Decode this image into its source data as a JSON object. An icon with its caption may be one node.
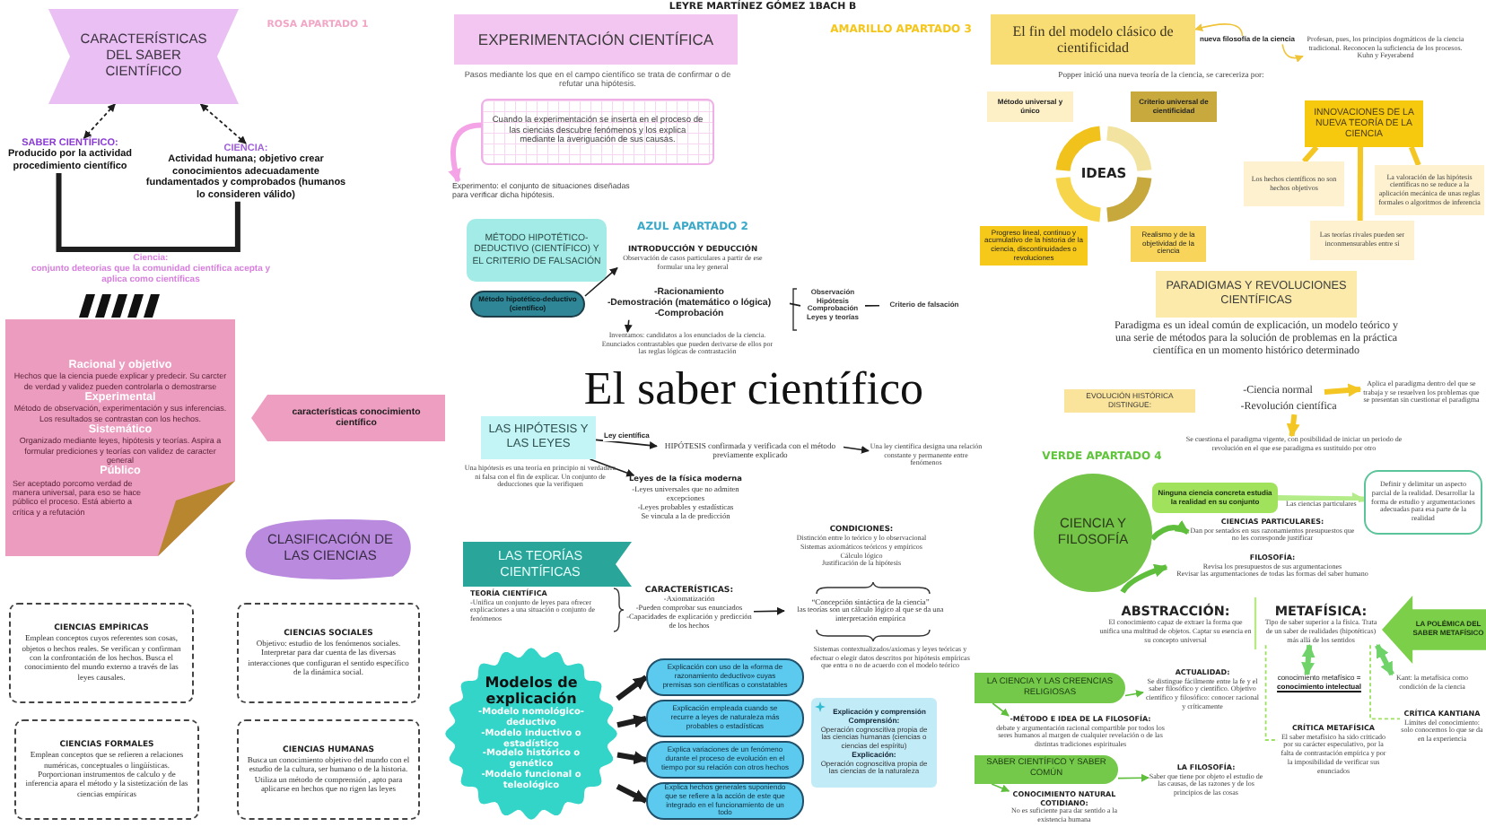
{
  "diagram": {
    "title": "El saber científico",
    "nodes": [
      {
        "text": [
          "CARACTERÍSTICAS DEL SABER CIENTÍFICO"
        ]
      },
      {
        "text": [
          "SABER CIENTÍFICO:",
          "Producido por la actividad procedimiento científico"
        ]
      },
      {
        "text": [
          "CIENCIA:",
          "Actividad humana; objetivo crear conocimientos adecuadamente fundamentados y comprobados (humanos lo consideren válido)"
        ]
      },
      {
        "text": [
          "Racional y objetivo",
          "Hechos que la ciencia puede explicar y predecir. Su carcter de verdad y validez pueden controlarla o demostrarse",
          "Experimental",
          "Método de observación, experimentación y sus inferencias. Los resultados se contrastan con los hechos.",
          "Sistemático",
          "Organizado mediante leyes, hipótesis y teorías. Aspira a formular prediciones y teorías con validez de caracter general",
          "Público",
          "Ser aceptado porcomo verdad de manera universal, para eso se hace público el proceso. Está abierto a crítica y a refutación"
        ]
      },
      {
        "text": [
          "características conocimiento científico"
        ]
      },
      {
        "text": [
          "CLASIFICACIÓN DE LAS CIENCIAS"
        ]
      },
      {
        "text": [
          "CIENCIAS EMPÍRICAS",
          "Emplean conceptos cuyos referentes son cosas, objetos o hechos reales. Se verifican y confirman con la confrontación de los hechos. Busca el conocimiento del mundo externo a través de las leyes causales."
        ]
      },
      {
        "text": [
          "CIENCIAS SOCIALES",
          "Objetivo: estudio de los fenómenos sociales. Interpretar para dar cuenta de las diversas interacciones que configuran el sentido específico de la dinámica social."
        ]
      },
      {
        "text": [
          "CIENCIAS FORMALES",
          "Emplean conceptos que se refieren a relaciones numéricas, conceptuales o lingüísticas. Porporcionan instrumentos de calculo y de inferencia apara el método y la sistetización de las ciencias empíricas"
        ]
      },
      {
        "text": [
          "CIENCIAS HUMANAS",
          "Busca un conocimiento objetivo del mundo con el estudio de la cultura, ser humano o de la historia. Utiliza un método de comprensión , apto para aplicarse en hechos que no rigen las leyes"
        ]
      },
      {
        "text": [
          "EXPERIMENTACIÓN CIENTÍFICA"
        ],
        "beside": [
          "Pasos mediante los que en el campo científico se trata de confirmar o de refutar una hipótesis."
        ]
      },
      {
        "text": [
          "Cuando la experimentación se inserta en el proceso de las ciencias descubre fenómenos y los explica mediante la averiguación de sus causas."
        ]
      },
      {
        "text": [
          "Experimento: el conjunto de situaciones diseñadas para verificar dicha hipótesis."
        ]
      },
      {
        "text": [
          "MÉTODO HIPOTÉTICO-DEDUCTIVO (CIENTÍFICO) Y EL CRITERIO DE FALSACIÓN"
        ]
      },
      {
        "text": [
          "INTRODUCCIÓN Y DEDUCCIÓN",
          "Observación de casos particulares a partir de ese formular una ley general"
        ]
      },
      {
        "text": [
          "Método hipotético-deductivo (científico)"
        ]
      },
      {
        "text": [
          "-Racionamiento",
          "-Demostración (matemático o lógica)",
          "-Comprobación"
        ]
      },
      {
        "text": [
          "Inventamos: candidatos a los enunciados de la ciencia. Enunciados contrastables que pueden derivarse de ellos por las reglas lógicas de contrastación"
        ]
      },
      {
        "text": [
          "Observación",
          "Hipótesis",
          "Comprobación",
          "Leyes y teorías"
        ]
      },
      {
        "text": [
          "Criterio de falsación"
        ]
      },
      {
        "text": [
          "LAS HIPÓTESIS Y LAS LEYES"
        ],
        "beside": [
          "Una hipótesis es una teoría en principio ni verdadera ni falsa con el fin de explicar. Un conjunto de deducciones que la verifiquen"
        ]
      },
      {
        "text": [
          "HIPÓTESIS confirmada y verificada con el método previamente explicado"
        ]
      },
      {
        "text": [
          "Una ley científica designa una relación constante y permanente entre fenómenos"
        ]
      },
      {
        "text": [
          "Leyes de la física moderna",
          "-Leyes universales que no admiten excepciones",
          "-Leyes probables y estadísticas",
          "Se vincula a la de predicción"
        ]
      },
      {
        "text": [
          "LAS TEORÍAS CIENTÍFICAS"
        ],
        "beside": [
          "TEORÍA CIENTÍFICA",
          "-Unifica un conjunto de leyes para ofrecer explicaciones a una situación o conjunto de fenómenos"
        ]
      },
      {
        "text": [
          "CARACTERÍSTICAS:",
          "-Axiomatización",
          "-Pueden comprobar sus enunciados",
          "-Capacidades de explicación y predicción de los hechos"
        ]
      },
      {
        "text": [
          "“Concepción sintáctica de la ciencia”",
          "las teorías son un cálculo lógico al que se da una interpretación empírica"
        ]
      },
      {
        "text": [
          "Modelos de explicación",
          "-Modelo nomológico-deductivo",
          "-Modelo inductivo o estadístico",
          "-Modelo histórico o genético",
          "-Modelo funcional o teleológico"
        ]
      },
      {
        "text": [
          "Explicación con uso de la «forma de razonamiento deductivo» cuyas premisas son científicas o constatables"
        ]
      },
      {
        "text": [
          "Explicación empleada cuando se recurre a leyes de naturaleza más probables o estadísticas"
        ]
      },
      {
        "text": [
          "Explica variaciones de un fenómeno durante el proceso de evolución en el tiempo por su relación con otros hechos"
        ]
      },
      {
        "text": [
          "Explica hechos generales suponiendo que se refiere a la acción de este que integrado en el funcionamiento de un todo"
        ]
      },
      {
        "text": [
          "Explicación y comprensión",
          "Comprensión:",
          "Operación cognoscitiva propia de las ciencias humanas (ciencias o ciencias del espíritu)",
          "Explicación:",
          "Operación cognoscitiva propia de las ciencias de la naturaleza"
        ]
      },
      {
        "text": [
          "El fin del modelo clásico de cientificidad"
        ]
      },
      {
        "text": [
          "nueva filosofía de la ciencia"
        ]
      },
      {
        "text": [
          "Profesan, pues, los principios dogmáticos de la ciencia tradicional. Reconocen la suficiencia de los procesos. Kuhn y Feyerabend"
        ]
      },
      {
        "text": [
          "IDEAS"
        ]
      },
      {
        "text": [
          "Método universal y único"
        ]
      },
      {
        "text": [
          "Criterio universal de cientificidad"
        ]
      },
      {
        "text": [
          "Progreso lineal, continuo y acumulativo de la historia de la ciencia, discontinuidades o revoluciones"
        ]
      },
      {
        "text": [
          "Realismo y de la objetividad de la ciencia"
        ]
      },
      {
        "text": [
          "INNOVACIONES DE LA NUEVA TEORÍA DE LA CIENCIA"
        ]
      },
      {
        "text": [
          "Los hechos científicos no son hechos objetivos"
        ]
      },
      {
        "text": [
          "La valoración de las hipótesis científicas no se reduce a la aplicación mecánica de unas reglas formales o algoritmos de inferencia"
        ]
      },
      {
        "text": [
          "Las teorías rivales pueden ser inconmensurables entre sí"
        ]
      },
      {
        "text": [
          "PARADIGMAS Y REVOLUCIONES CIENTÍFICAS"
        ],
        "beside": [
          "Paradigma es un ideal común de explicación, un modelo teórico y una serie de métodos para la solución de problemas en la práctica científica en un momento histórico determinado"
        ]
      },
      {
        "text": [
          "EVOLUCIÓN HISTÓRICA DISTINGUE:"
        ]
      },
      {
        "text": [
          "-Ciencia normal"
        ]
      },
      {
        "text": [
          "-Revolución científica"
        ]
      },
      {
        "text": [
          "Aplica el paradigma dentro del que se trabaja y se resuelven los problemas que se presentan sin cuestionar el paradigma"
        ]
      },
      {
        "text": [
          "Se cuestiona el paradigma vigente, con posibilidad de iniciar un periodo de revolución en el que ese paradigma es sustituido por otro"
        ]
      },
      {
        "text": [
          "CIENCIA Y FILOSOFÍA"
        ]
      },
      {
        "text": [
          "Ninguna ciencia concreta estudia la realidad en su conjunto"
        ]
      },
      {
        "text": [
          "Definir y delimitar un aspecto parcial de la realidad. Desarrollar la forma de estudio y argumentaciones adecuadas para esa parte de la realidad"
        ]
      },
      {
        "text": [
          "CIENCIAS PARTICULARES:",
          "Dan por sentados en sus razonamientos presupuestos que no les corresponde justificar"
        ]
      },
      {
        "text": [
          "FILOSOFÍA:",
          "Revisa los presupuestos de sus argumentaciones",
          "Revisar las argumentaciones de todas las formas del saber humano"
        ]
      },
      {
        "text": [
          "METAFÍSICA:",
          "Tipo de saber superior a la física. Trata de un saber de realidades (hipotéticas) más allá de los sentidos"
        ]
      },
      {
        "text": [
          "LA POLÉMICA DEL SABER METAFÍSICO"
        ]
      },
      {
        "text": [
          "conocimiento metafísico =",
          "conocimiento intelectual"
        ]
      },
      {
        "text": [
          "Kant: la metafísica como condición de la ciencia"
        ]
      },
      {
        "text": [
          "CRÍTICA METAFÍSICA",
          "El saber metafísico ha sido criticado por su carácter especulativo, por la falta de contrastación empírica y por la imposibilidad de verificar sus enunciados"
        ]
      },
      {
        "text": [
          "CRÍTICA KANTIANA",
          "Límites del conocimiento: solo conocemos lo que se da en la experiencia"
        ]
      },
      {
        "text": [
          "LA CIENCIA Y LAS CREENCIAS RELIGIOSAS"
        ]
      },
      {
        "text": [
          "ACTUALIDAD:",
          "Se distingue fácilmente entre la fe y el saber filosófico y científico. Objetivo científico y filosófico: conocer racional y críticamente"
        ]
      },
      {
        "text": [
          "-MÉTODO E IDEA DE LA FILOSOFÍA:",
          "debate y argumentación racional compartible por todos los seres humanos al margen de cualquier revelación o de las distintas tradiciones espirituales"
        ]
      },
      {
        "text": [
          "SABER CIENTÍFICO Y SABER COMÚN"
        ]
      },
      {
        "text": [
          "LA FILOSOFÍA:",
          "Saber que tiene por objeto el estudio de las causas, de las razones y de los principios de las cosas"
        ]
      },
      {
        "text": [
          "CONOCIMIENTO NATURAL COTIDIANO:",
          "No es suficiente para dar sentido a la existencia humana"
        ]
      }
    ],
    "edges": [
      {
        "from": 0,
        "to": 1,
        "arrow": "both",
        "style": "dashed"
      },
      {
        "from": 0,
        "to": 2,
        "arrow": "both",
        "style": "dashed"
      },
      {
        "from": 1,
        "to": 2,
        "arrow": "none",
        "style": "thick"
      },
      {
        "from": 11,
        "to": 12,
        "arrow": "to",
        "style": "thick",
        "color": "#f3a3e6"
      },
      {
        "from": 15,
        "to": 14,
        "arrow": "to"
      },
      {
        "from": 16,
        "to": 17,
        "arrow": "to"
      },
      {
        "from": 16,
        "to": 18,
        "arrow": "none"
      },
      {
        "from": 18,
        "to": 19,
        "arrow": "none"
      },
      {
        "from": 20,
        "to": 21,
        "arrow": "to",
        "label": "Ley científica"
      },
      {
        "from": 21,
        "to": 22,
        "arrow": "to"
      },
      {
        "from": 20,
        "to": 23,
        "arrow": "to"
      },
      {
        "from": 25,
        "to": 26,
        "arrow": "to"
      },
      {
        "from": 27,
        "to": 28,
        "arrow": "to",
        "style": "thick"
      },
      {
        "from": 27,
        "to": 29,
        "arrow": "to",
        "style": "thick"
      },
      {
        "from": 27,
        "to": 30,
        "arrow": "to",
        "style": "thick"
      },
      {
        "from": 27,
        "to": 31,
        "arrow": "to",
        "style": "thick"
      },
      {
        "from": 34,
        "to": 33,
        "arrow": "to",
        "color": "#f0c43a"
      },
      {
        "from": 34,
        "to": 35,
        "arrow": "to",
        "color": "#f0c43a"
      },
      {
        "from": 41,
        "to": 42,
        "arrow": "none",
        "style": "thick",
        "color": "#f3c623"
      },
      {
        "from": 41,
        "to": 43,
        "arrow": "none",
        "style": "thick",
        "color": "#f3c623"
      },
      {
        "from": 41,
        "to": 44,
        "arrow": "none",
        "style": "thick",
        "color": "#f3c623"
      },
      {
        "from": 47,
        "to": 49,
        "arrow": "to",
        "style": "thick",
        "color": "#f3c623"
      },
      {
        "from": 48,
        "to": 50,
        "arrow": "to",
        "style": "thick",
        "color": "#f3c623"
      },
      {
        "from": 51,
        "to": 54,
        "arrow": "to",
        "style": "thick",
        "color": "#5fbf3c"
      },
      {
        "from": 51,
        "to": 55,
        "arrow": "to",
        "style": "thick",
        "color": "#5fbf3c"
      },
      {
        "from": 52,
        "to": 53,
        "arrow": "to",
        "label": "Las ciencias particulares",
        "style": "thick",
        "color": "#b5ec8a"
      },
      {
        "from": 56,
        "to": 58,
        "arrow": "both",
        "style": "thick",
        "color": "#6fd36a"
      },
      {
        "from": 56,
        "to": 59,
        "arrow": "both",
        "style": "thick",
        "color": "#6fd36a"
      },
      {
        "from": 56,
        "to": 60,
        "arrow": "none",
        "style": "dashed",
        "color": "#9be05e"
      },
      {
        "from": 56,
        "to": 61,
        "arrow": "none",
        "style": "dashed",
        "color": "#9be05e"
      },
      {
        "from": 62,
        "to": 63,
        "arrow": "to",
        "color": "#5fbf3c"
      },
      {
        "from": 62,
        "to": 64,
        "arrow": "to",
        "color": "#5fbf3c"
      },
      {
        "from": 65,
        "to": 66,
        "arrow": "to",
        "color": "#5fbf3c"
      },
      {
        "from": 65,
        "to": 67,
        "arrow": "to",
        "color": "#5fbf3c"
      }
    ],
    "labels": [
      "LEYRE MARTÍNEZ GÓMEZ 1BACH B",
      "ROSA APARTADO 1",
      "Ciencia:",
      "conjunto deteorias que la comunidad científica acepta y aplica como científicas",
      "AZUL APARTADO 2",
      "CONDICIONES:",
      "Distinción entre lo teórico y lo observacional",
      "Sistemas axiomáticos teóricos y empíricos",
      "Cálculo lógico",
      "Justificación de la hipótesis",
      "Sistemas contextualizados/axiomas y leyes teóricas y efectuar o elegir datos descritos por hipótesis empíricas que entra o no de acuerdo con el modelo teórico",
      "AMARILLO APARTADO 3",
      "Popper inició una nueva teoría de la ciencia, se careceriza por:",
      "VERDE APARTADO 4",
      "ABSTRACCIÓN:",
      "El conocimiento capaz de extraer la forma que unifica una multitud de objetos. Captar su esencia en su concepto universal"
    ]
  }
}
